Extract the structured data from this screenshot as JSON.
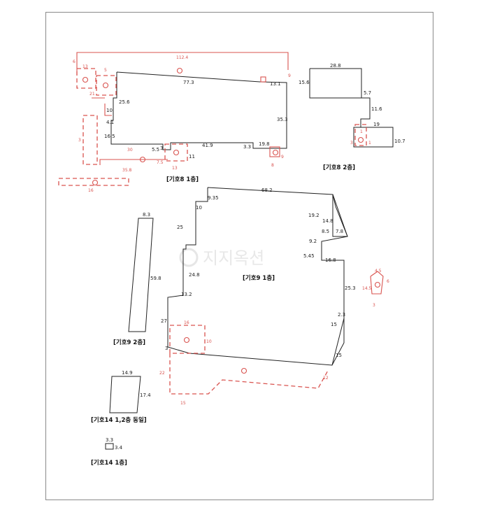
{
  "watermark": "지지옥션",
  "blocks": {
    "b8_1f": {
      "label": "[기호8 1층]",
      "dims": [
        "112.4",
        "77.3",
        "13.1",
        "25.6",
        "35.3",
        "10",
        "4.1",
        "16.5",
        "30",
        "5.5",
        "41.9",
        "3.3",
        "19.8",
        "11",
        "7.5",
        "13",
        "35.8",
        "3",
        "13",
        "5",
        "8",
        "9",
        "6",
        "21",
        "9",
        "3",
        "16"
      ]
    },
    "b8_2f": {
      "label": "[기호8 2층]",
      "dims": [
        "28.8",
        "15.6",
        "5.7",
        "11.6",
        "19",
        "10.7",
        "1",
        "3",
        "1"
      ]
    },
    "b9_1f": {
      "label": "[기호9 1층]",
      "dims": [
        "68.2",
        "9.35",
        "10",
        "25",
        "19.2",
        "14.8",
        "8.5",
        "7.8",
        "9.2",
        "5.45",
        "16.8",
        "24.8",
        "13.2",
        "25.3",
        "2.3",
        "15",
        "27",
        "15",
        "3",
        "16",
        "10",
        "22",
        "12",
        "15"
      ]
    },
    "b9_2f": {
      "label": "[기호9 2층]",
      "dims": [
        "8.3",
        "59.8"
      ]
    },
    "b14_12f": {
      "label": "[기호14 1,2층 동일]",
      "dims": [
        "14.9",
        "17.4"
      ]
    },
    "b14_1f": {
      "label": "[기호14 1층]",
      "dims": [
        "3.3",
        "3.4"
      ]
    },
    "side": {
      "dims": [
        "4.5",
        "6",
        "14.5",
        "3"
      ]
    }
  }
}
